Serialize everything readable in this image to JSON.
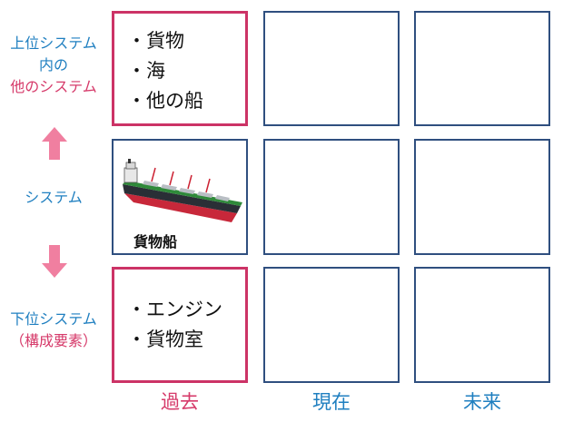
{
  "rows": {
    "upper": {
      "lines": [
        "上位システム",
        "内の",
        "他のシステム"
      ]
    },
    "system": {
      "label": "システム"
    },
    "lower": {
      "lines": [
        "下位システム",
        "（構成要素）"
      ]
    }
  },
  "columns": [
    "過去",
    "現在",
    "未来"
  ],
  "cells": {
    "upper_past": {
      "items": [
        "貨物",
        "海",
        "他の船"
      ]
    },
    "system_past": {
      "caption": "貨物船",
      "icon": "cargo-ship-icon"
    },
    "lower_past": {
      "items": [
        "エンジン",
        "貨物室"
      ]
    }
  },
  "colors": {
    "accent": "#cc3366",
    "blue": "#1f7fc0",
    "border": "#2f4f7f",
    "arrow": "#f07fa0"
  }
}
